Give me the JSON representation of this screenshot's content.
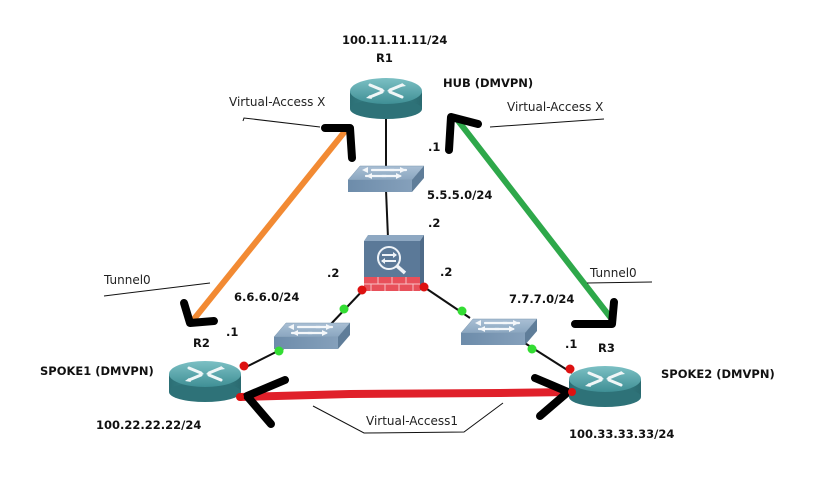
{
  "colors": {
    "router_body": "#3b8a90",
    "router_top": "#5aa9ae",
    "switch": "#7f9ab5",
    "firewall_body": "#5a7896",
    "firewall_brick": "#e8505a",
    "tunnel_r1_r2": "#f28a33",
    "tunnel_r1_r3": "#2ea84a",
    "tunnel_r2_r3": "#e0202a",
    "port_up": "#33dd33",
    "port_down": "#dd1111",
    "arrow": "#000000"
  },
  "nodes": {
    "r1": {
      "name": "R1",
      "role": "HUB (DMVPN)",
      "ip": "100.11.11.11/24"
    },
    "r2": {
      "name": "R2",
      "role": "SPOKE1 (DMVPN)",
      "ip": "100.22.22.22/24"
    },
    "r3": {
      "name": "R3",
      "role": "SPOKE2 (DMVPN)",
      "ip": "100.33.33.33/24"
    }
  },
  "networks": {
    "net_r1": {
      "subnet": "5.5.5.0/24",
      "r1_host": ".1",
      "fw_host": ".2"
    },
    "net_r2": {
      "subnet": "6.6.6.0/24",
      "r2_host": ".1",
      "fw_host": ".2"
    },
    "net_r3": {
      "subnet": "7.7.7.0/24",
      "r3_host": ".1",
      "fw_host": ".2"
    }
  },
  "interfaces": {
    "hub_left": "Virtual-Access X",
    "hub_right": "Virtual-Access X",
    "spoke1_tunnel": "Tunnel0",
    "spoke2_tunnel": "Tunnel0",
    "spoke_to_spoke": "Virtual-Access1"
  }
}
